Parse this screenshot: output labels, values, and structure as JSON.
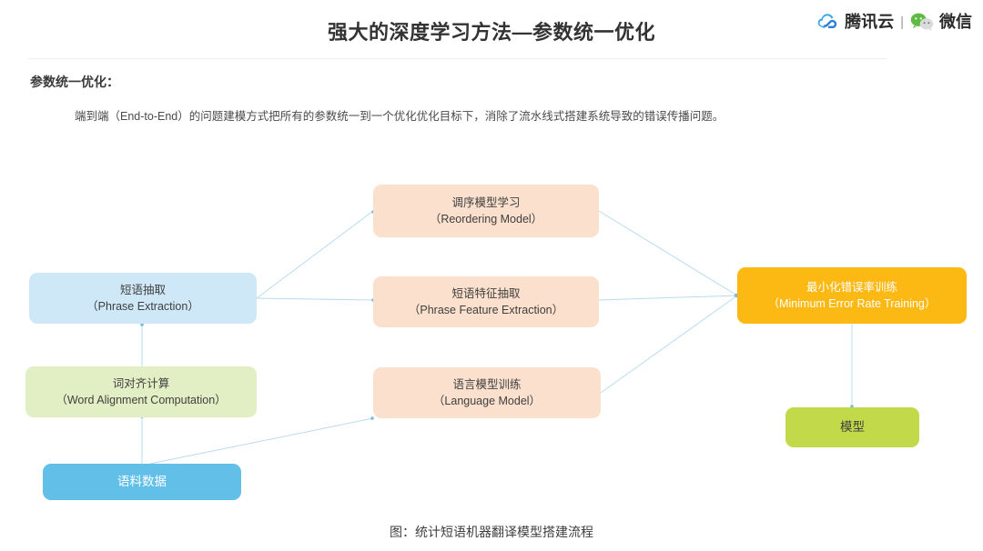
{
  "header": {
    "title": "强大的深度学习方法—参数统一优化",
    "brand": {
      "cloud_icon": "tencent-cloud-icon",
      "tencent_label": "腾讯云",
      "separator": "|",
      "wechat_icon": "wechat-bubble-icon",
      "wechat_label": "微信"
    }
  },
  "content": {
    "section_heading": "参数统一优化：",
    "section_body": "端到端（End-to-End）的问题建模方式把所有的参数统一到一个优化优化目标下，消除了流水线式搭建系统导致的错误传播问题。"
  },
  "diagram": {
    "caption": "图：统计短语机器翻译模型搭建流程",
    "nodes": [
      {
        "id": "phrase-extraction",
        "cn": "短语抽取",
        "en": "（Phrase Extraction）",
        "color": "#cfe8f7"
      },
      {
        "id": "word-alignment",
        "cn": "词对齐计算",
        "en": "（Word Alignment Computation）",
        "color": "#e2eec4"
      },
      {
        "id": "corpus-data",
        "cn": "语料数据",
        "en": "",
        "color": "#62c0e8"
      },
      {
        "id": "reordering-model",
        "cn": "调序模型学习",
        "en": "（Reordering Model）",
        "color": "#fbe0cd"
      },
      {
        "id": "phrase-feature-extraction",
        "cn": "短语特征抽取",
        "en": "（Phrase Feature Extraction）",
        "color": "#fbe0cd"
      },
      {
        "id": "language-model",
        "cn": "语言模型训练",
        "en": "（Language Model）",
        "color": "#fbe0cd"
      },
      {
        "id": "mert",
        "cn": "最小化错误率训练",
        "en": "（Minimum Error Rate Training）",
        "color": "#fcb813"
      },
      {
        "id": "model",
        "cn": "模型",
        "en": "",
        "color": "#c2d94a"
      }
    ],
    "edges": [
      {
        "from": "corpus-data",
        "to": "word-alignment"
      },
      {
        "from": "word-alignment",
        "to": "phrase-extraction"
      },
      {
        "from": "corpus-data",
        "to": "language-model"
      },
      {
        "from": "phrase-extraction",
        "to": "reordering-model"
      },
      {
        "from": "phrase-extraction",
        "to": "phrase-feature-extraction"
      },
      {
        "from": "reordering-model",
        "to": "mert"
      },
      {
        "from": "phrase-feature-extraction",
        "to": "mert"
      },
      {
        "from": "language-model",
        "to": "mert"
      },
      {
        "from": "mert",
        "to": "model"
      }
    ],
    "edge_color": "#b9dcee"
  }
}
